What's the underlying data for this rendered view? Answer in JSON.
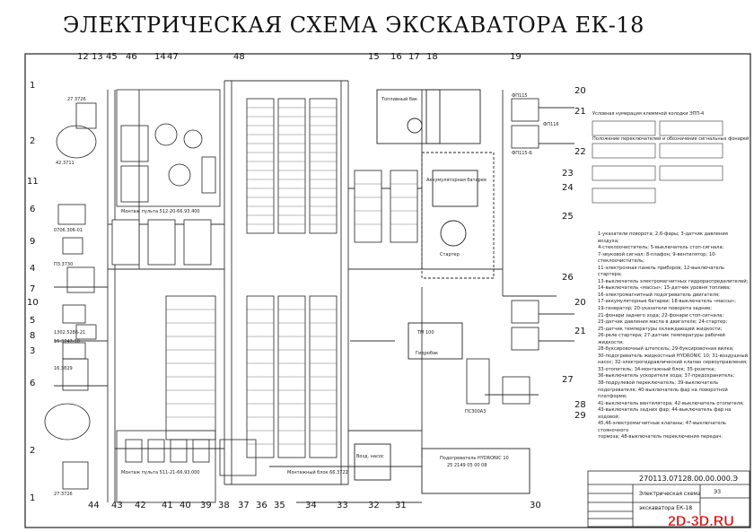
{
  "title": "ЭЛЕКТРИЧЕСКАЯ СХЕМА ЭКСКАВАТОРА ЕК-18",
  "legend": [
    "1-указатели поворота; 2,6-фары; 3-датчик давления воздуха;",
    "4-стеклоочиститель; 5-выключатель стоп-сигнала;",
    "7-звуковой сигнал; 8-плафон; 9-вентилятор; 10-стеклоочиститель;",
    "11-электронная панель приборов; 12-выключатель стартера;",
    "13-выключатель электромагнитных гидрораспределителей;",
    "14-выключатель «массы»; 15-датчик уровня топлива;",
    "16-электромагнитный подогреватель двигателя;",
    "17-аккумуляторные батареи; 18-выключатель «массы»;",
    "19-генератор; 20-указатели поворота задние;",
    "21-фонари заднего хода; 22-фонари стоп-сигнала;",
    "23-датчик давления масла в двигателе; 24-стартер;",
    "25-датчик температуры охлаждающей жидкости;",
    "26-реле стартера; 27-датчик температуры рабочей жидкости;",
    "28-буксировочный штепсель; 29-буксировочная вилка;",
    "30-подогреватель жидкостный HYDRONIC 10; 31-воздушный",
    "насос; 32-электрогидравлический клапан сервоуправления;",
    "33-отопитель; 34-монтажный блок; 35-розетка;",
    "36-выключатель ускорителя хода; 37-предохранитель;",
    "38-подрулевой переключатель; 39-выключатель",
    "подогревателя; 40-выключатель фар на поворотной платформе;",
    "41-выключатель вентилятора; 42-выключатель отопителя;",
    "43-выключатель задних фар; 44-выключатель фар на ходовой;",
    "45,46-электромагнитные клапаны; 47-выключатель стояночного",
    "тормоза; 48-выключатель переключения передач."
  ],
  "callouts_left": [
    "1",
    "2",
    "11",
    "6",
    "9",
    "4",
    "7",
    "10",
    "5",
    "8",
    "3",
    "6",
    "2",
    "1"
  ],
  "callouts_top": [
    "12",
    "13",
    "45",
    "46",
    "14",
    "47",
    "48",
    "15",
    "16",
    "17",
    "18",
    "19"
  ],
  "callouts_right": [
    "20",
    "21",
    "22",
    "23",
    "24",
    "25",
    "26",
    "20",
    "21",
    "27",
    "28",
    "29"
  ],
  "callouts_bottom": [
    "44",
    "43",
    "42",
    "41",
    "40",
    "39",
    "38",
    "37",
    "36",
    "35",
    "34",
    "33",
    "32",
    "31",
    "30"
  ],
  "component_labels": {
    "panel_caption": "Монтаж пульта 512-20-66.93.400",
    "bottom_panel_caption": "Монтаж пульта 511-21-66.93.000",
    "fuel_tank": "Топливный бак",
    "battery": "Аккумуляторная батарея",
    "starter": "Стартер",
    "heater_unit": "Подогреватель HYDRONIC 10",
    "heater_model": "25 2149 05 00 08",
    "hydraulic_box": "Гидробак",
    "pump": "Возд. насос",
    "mount_block": "Монтажный блок 66.3722",
    "relay_block": "ТМ 100",
    "relay2": "ПС300А3",
    "left_parts": [
      "27.3726",
      "42.3711",
      "0706.306-01",
      "ПЗ.3730",
      "1302.5286-21",
      "16.3747-10",
      "16.3829",
      "27.3726"
    ],
    "right_parts": [
      "ФП115",
      "ФП116",
      "ФП115-Б"
    ],
    "table_note_1": "Условная нумерация клеммной колодки ЭПП-4",
    "table_note_2": "Положение переключателей и обозначение сигнальных фонарей"
  },
  "title_block": {
    "doc_number": "270113.07128.00.00.000.Э",
    "doc_title_1": "Электрическая схема",
    "doc_title_2": "экскаватора ЕК-18",
    "sheet": "Э3",
    "watermark": "2D-3D.RU"
  }
}
